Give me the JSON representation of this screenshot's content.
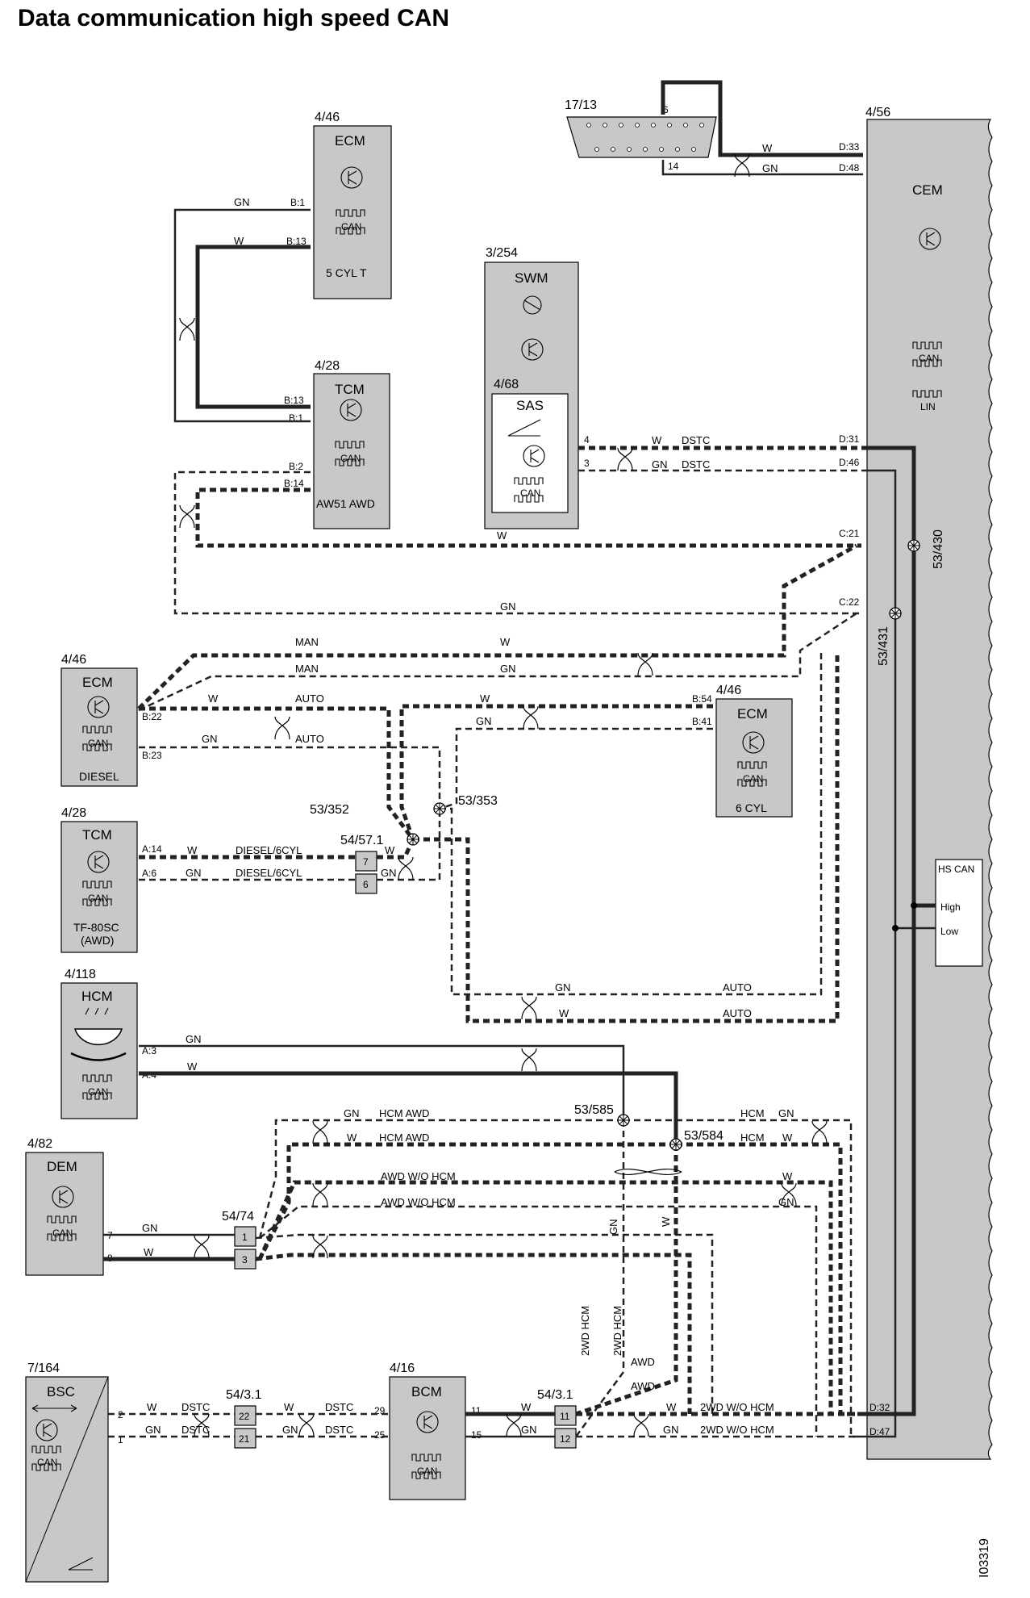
{
  "title": "Data communication high speed CAN",
  "figure_id": "I03319",
  "modules": [
    {
      "id": "ecm_5cyl",
      "ref": "4/46",
      "name": "ECM",
      "sub": "5 CYL T",
      "pins": [
        "B:1",
        "B:13"
      ]
    },
    {
      "id": "tcm_aw51",
      "ref": "4/28",
      "name": "TCM",
      "sub": "AW51 AWD",
      "pins": [
        "B:13",
        "B:1",
        "B:2",
        "B:14"
      ]
    },
    {
      "id": "swm",
      "ref": "3/254",
      "name": "SWM",
      "sub": ""
    },
    {
      "id": "sas",
      "ref": "4/68",
      "name": "SAS",
      "pins": [
        "4",
        "3"
      ]
    },
    {
      "id": "dlc",
      "ref": "17/13",
      "name": "",
      "pins": [
        "6",
        "14"
      ]
    },
    {
      "id": "cem",
      "ref": "4/56",
      "name": "CEM",
      "labels": [
        "CAN",
        "LIN"
      ],
      "pins": [
        "D:33",
        "D:48",
        "D:31",
        "D:46",
        "C:21",
        "C:22",
        "D:32",
        "D:47"
      ]
    },
    {
      "id": "ecm_diesel",
      "ref": "4/46",
      "name": "ECM",
      "sub": "DIESEL",
      "pins": [
        "B:22",
        "B:23"
      ]
    },
    {
      "id": "ecm_6cyl",
      "ref": "4/46",
      "name": "ECM",
      "sub": "6 CYL",
      "pins": [
        "B:54",
        "B:41"
      ]
    },
    {
      "id": "tcm_tf80",
      "ref": "4/28",
      "name": "TCM",
      "sub": "TF-80SC",
      "sub2": "(AWD)",
      "pins": [
        "A:14",
        "A:6"
      ]
    },
    {
      "id": "hcm",
      "ref": "4/118",
      "name": "HCM",
      "pins": [
        "A:3",
        "A:4"
      ]
    },
    {
      "id": "dem",
      "ref": "4/82",
      "name": "DEM",
      "pins": [
        "7",
        "8"
      ]
    },
    {
      "id": "bsc",
      "ref": "7/164",
      "name": "BSC",
      "pins": [
        "2",
        "1"
      ]
    },
    {
      "id": "bcm",
      "ref": "4/16",
      "name": "BCM",
      "pins": [
        "29",
        "25",
        "11",
        "15"
      ]
    }
  ],
  "can_label": "CAN",
  "connectors": [
    {
      "ref": "54/57.1",
      "pins": [
        "7",
        "6"
      ]
    },
    {
      "ref": "54/74",
      "pins": [
        "1",
        "3"
      ]
    },
    {
      "ref": "54/3.1",
      "pins": [
        "22",
        "21"
      ]
    },
    {
      "ref": "54/3.1",
      "pins": [
        "11",
        "12"
      ]
    }
  ],
  "splices": [
    "53/430",
    "53/431",
    "53/352",
    "53/353",
    "53/585",
    "53/584"
  ],
  "legend": {
    "title": "HS CAN",
    "high": "High",
    "low": "Low"
  },
  "colors": {
    "W": "W",
    "GN": "GN"
  },
  "variants": {
    "dstc": "DSTC",
    "man": "MAN",
    "auto": "AUTO",
    "diesel_6cyl": "DIESEL/6CYL",
    "hcm_awd": "HCM AWD",
    "hcm": "HCM",
    "awd_wo_hcm": "AWD W/O HCM",
    "two_wd_hcm": "2WD HCM",
    "awd": "AWD",
    "two_wd_wo_hcm": "2WD W/O HCM"
  }
}
